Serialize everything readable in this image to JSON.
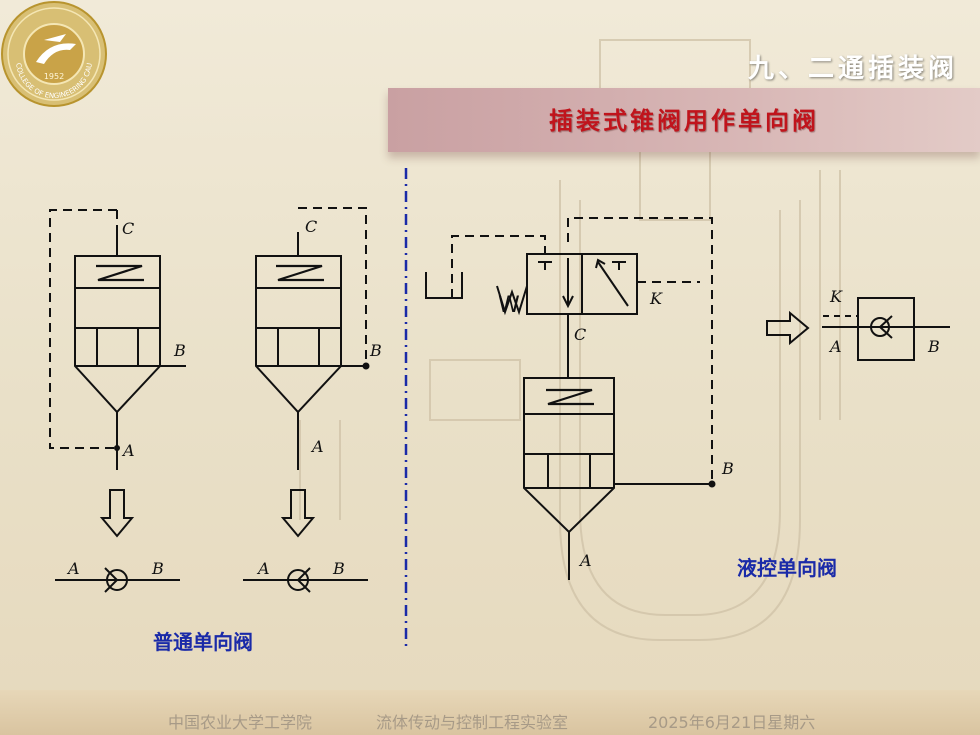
{
  "slide": {
    "section_title": "九、二通插装阀",
    "sub_title": "插装式锥阀用作单向阀",
    "caption_ordinary": "普通单向阀",
    "caption_pilot": "液控单向阀"
  },
  "labels": {
    "c": "C",
    "b": "B",
    "a": "A",
    "k": "K",
    "w": "W"
  },
  "footer": {
    "org": "中国农业大学工学院",
    "lab": "流体传动与控制工程实验室",
    "date": "2025年6月21日星期六"
  },
  "logo": {
    "text": "COLLEGE OF ENGINEERING CAU",
    "year": "1952"
  },
  "colors": {
    "accent_red": "#c0141c",
    "caption_blue": "#1a2aa8",
    "divider_blue": "#1a2aa8"
  }
}
